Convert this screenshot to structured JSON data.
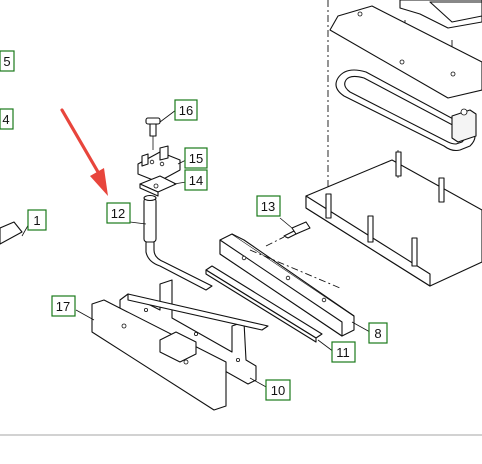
{
  "callouts": [
    {
      "label": "5"
    },
    {
      "label": "4"
    },
    {
      "label": "1"
    },
    {
      "label": "16"
    },
    {
      "label": "15"
    },
    {
      "label": "14"
    },
    {
      "label": "12"
    },
    {
      "label": "13"
    },
    {
      "label": "17"
    },
    {
      "label": "8"
    },
    {
      "label": "11"
    },
    {
      "label": "10"
    }
  ],
  "colors": {
    "callout_border": "#1a7a1a",
    "arrow": "#e8453c",
    "line": "#111111"
  }
}
